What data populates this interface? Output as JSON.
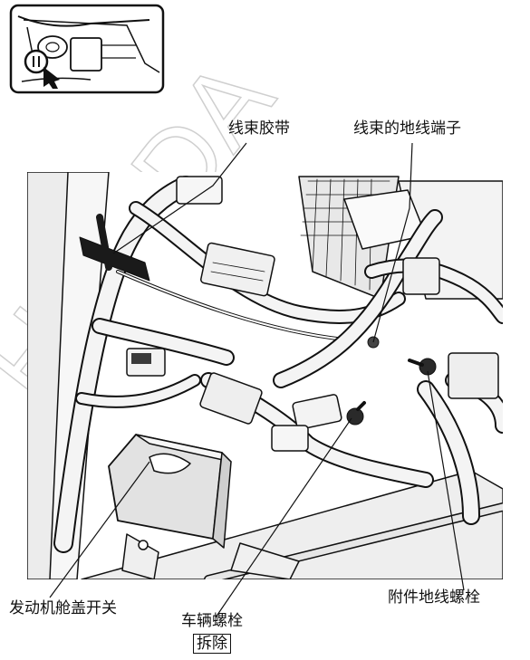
{
  "watermark": "HONDA",
  "labels": {
    "harness_band": "线束胶带",
    "harness_ground_terminal": "线束的地线端子",
    "hood_switch": "发动机舱盖开关",
    "vehicle_bolt": "车辆螺栓",
    "remove": "拆除",
    "accessory_ground_bolt": "附件地线螺栓"
  },
  "colors": {
    "line": "#111111",
    "harness_fill": "#f2f2f2",
    "shadow_fill": "#cfcfcf",
    "black_band": "#1a1a1a",
    "watermark": "#c8c8c8"
  }
}
